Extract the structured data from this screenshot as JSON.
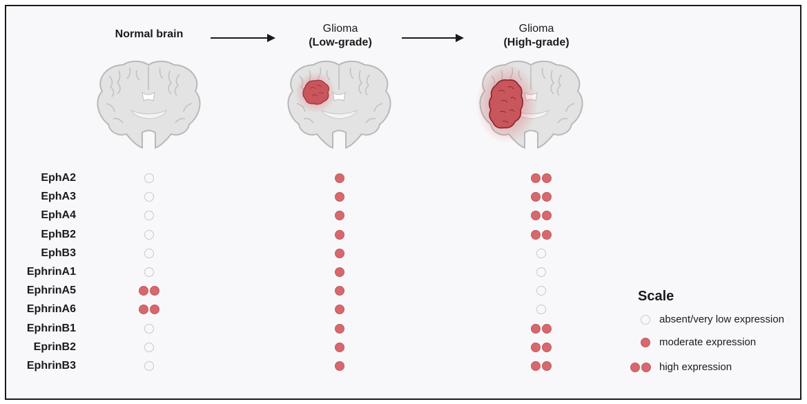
{
  "stages": [
    {
      "line1": "",
      "line2": "Normal brain"
    },
    {
      "line1": "Glioma",
      "line2": "(Low-grade)"
    },
    {
      "line1": "Glioma",
      "line2": "(High-grade)"
    }
  ],
  "genes": [
    "EphA2",
    "EphA3",
    "EphA4",
    "EphB2",
    "EphB3",
    "EphrinA1",
    "EphrinA5",
    "EphrinA6",
    "EphrinB1",
    "EprinB2",
    "EphrinB3"
  ],
  "expression": {
    "normal": [
      0,
      0,
      0,
      0,
      0,
      0,
      2,
      2,
      0,
      0,
      0
    ],
    "low_grade": [
      1,
      1,
      1,
      1,
      1,
      1,
      1,
      1,
      1,
      1,
      1
    ],
    "high_grade": [
      2,
      2,
      2,
      2,
      0,
      0,
      0,
      0,
      2,
      2,
      2
    ]
  },
  "scale": {
    "title": "Scale",
    "items": [
      {
        "level": 0,
        "label": "absent/very low expression"
      },
      {
        "level": 1,
        "label": "moderate expression"
      },
      {
        "level": 2,
        "label": "high expression"
      }
    ]
  },
  "colors": {
    "dot_fill": "#d4696e",
    "dot_empty": "#c8c8c8",
    "brain_fill": "#e3e3e3",
    "brain_stroke": "#b8b8b8",
    "tumor": "#c8565c"
  }
}
